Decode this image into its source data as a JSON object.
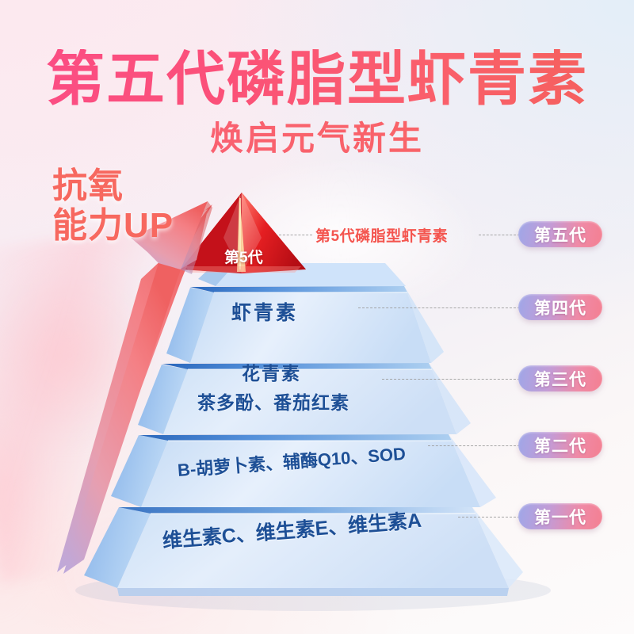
{
  "title": {
    "main": "第五代磷脂型虾青素",
    "sub": "焕启元气新生"
  },
  "promo": {
    "line1": "抗氧",
    "line2": "能力",
    "up": "UP"
  },
  "callouts": {
    "top_product": "第5代磷脂型虾青素"
  },
  "pyramid": {
    "apex_badge": "第5代",
    "tiers": [
      {
        "generation": "第五代",
        "label": "第5代",
        "ingredients": "第5代磷脂型虾青素"
      },
      {
        "generation": "第四代",
        "label": "虾青素",
        "ingredients": "虾青素"
      },
      {
        "generation": "第三代",
        "label_line1": "花青素",
        "label_line2": "茶多酚、番茄红素"
      },
      {
        "generation": "第二代",
        "label": "B-胡萝卜素、辅酶Q10、SOD"
      },
      {
        "generation": "第一代",
        "label": "维生素C、维生素E、维生素A"
      }
    ]
  },
  "pills": {
    "gen5": "第五代",
    "gen4": "第四代",
    "gen3": "第三代",
    "gen2": "第二代",
    "gen1": "第一代"
  },
  "colors": {
    "title_pink": "#fb4d86",
    "title_coral": "#f4615b",
    "promo_red": "#f7685f",
    "tier_text_blue": "#1d4f96",
    "pyramid_blue": "#b9d4f3",
    "apex_red": "#e01e25",
    "pill_gradient_start": "#9fa7e8",
    "pill_gradient_end": "#f47f91",
    "bg_pink": "#fce9ef",
    "bg_blue": "#e3eef8"
  }
}
